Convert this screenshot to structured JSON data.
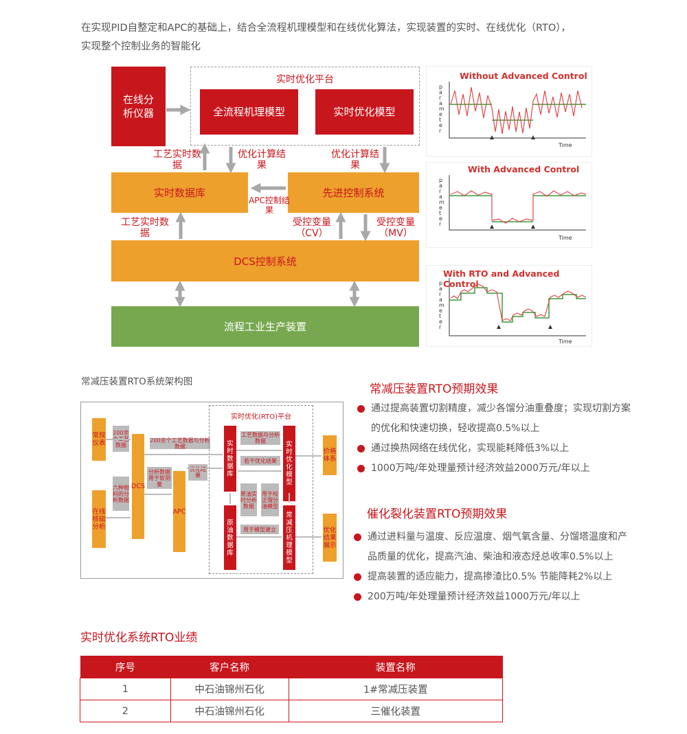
{
  "intro": {
    "line1": "在实现PID自整定和APC的基础上，结合全流程机理模型和在线优化算法，实现装置的实时、在线优化（RTO），",
    "line2": "实现整个控制业务的智能化"
  },
  "diagram1": {
    "online_analyzer": "在线分析仪器",
    "platform_title": "实时优化平台",
    "mech_model": "全流程机理模型",
    "rto_model": "实时优化模型",
    "process_data_1": "工艺实时数据",
    "opt_result_1": "优化计算结果",
    "opt_result_2": "优化计算结果",
    "rt_database": "实时数据库",
    "apc_system": "先进控制系统",
    "apc_result": "APC控制结果",
    "process_data_2": "工艺实时数据",
    "cv": "受控变量（CV）",
    "mv": "受控变量（MV）",
    "dcs": "DCS控制系统",
    "plant": "流程工业生产装置"
  },
  "charts": [
    {
      "title": "Without Advanced Control",
      "ylabel": "parameter",
      "xlabel": "Time"
    },
    {
      "title": "With Advanced Control",
      "ylabel": "parameter",
      "xlabel": "Time"
    },
    {
      "title": "With RTO and Advanced Control",
      "ylabel": "parameter",
      "xlabel": "Time"
    }
  ],
  "colors": {
    "brand_red": "#c8161d",
    "orange": "#eea02d",
    "green": "#77a84f"
  },
  "section2": {
    "diagram_caption": "常减压装置RTO系统架构图",
    "cdu_title": "常减压装置RTO预期效果",
    "cdu_bullets": [
      "通过提高装置切割精度，减少各馏分油重叠度；实现切割方案的优化和快速切换，轻收提高0.5%以上",
      "通过换热网络在线优化，实现能耗降低3%以上",
      "1000万吨/年处理量预计经济效益2000万元/年以上"
    ],
    "fcc_title": "催化裂化装置RTO预期效果",
    "fcc_bullets": [
      "通过进料量与温度、反应温度、烟气氧含量、分馏塔温度和产品质量的优化，提高汽油、柴油和液态烃总收率0.5%以上",
      "提高装置的适应能力，提高掺渣比0.5% 节能降耗2%以上",
      "200万吨/年处理量预计经济效益1000万元/年以上"
    ]
  },
  "diagram2": {
    "conventional": "常规仪表",
    "nmr": "在线核磁分析",
    "params200": "200余个工艺数据",
    "six_materials": "六种物料的分析数据",
    "dcs": "DCS",
    "params200_analysis": "200余个工艺数据与分析数据",
    "soft_sensor": "分析数据用于软测量",
    "opt_result": "优化结果",
    "apc": "APC",
    "platform": "实时优化(RTO)平台",
    "rt_db": "实时数据库",
    "process_analysis": "工艺数据与分析数据",
    "some_opt": "若干优化结果",
    "crude_data": "原油实时分析数据",
    "calibrate": "用于校正馏分油模型",
    "rto_model": "实时优化模型",
    "crude_db": "原油数据库",
    "model_build": "用于模型建立",
    "cdu_model": "常减压机理模型",
    "price": "价格体系",
    "display": "优化结果展示"
  },
  "performance": {
    "title": "实时优化系统RTO业绩",
    "headers": [
      "序号",
      "客户名称",
      "装置名称"
    ],
    "rows": [
      [
        "1",
        "中石油锦州石化",
        "1#常减压装置"
      ],
      [
        "2",
        "中石油锦州石化",
        "三催化装置"
      ]
    ]
  }
}
